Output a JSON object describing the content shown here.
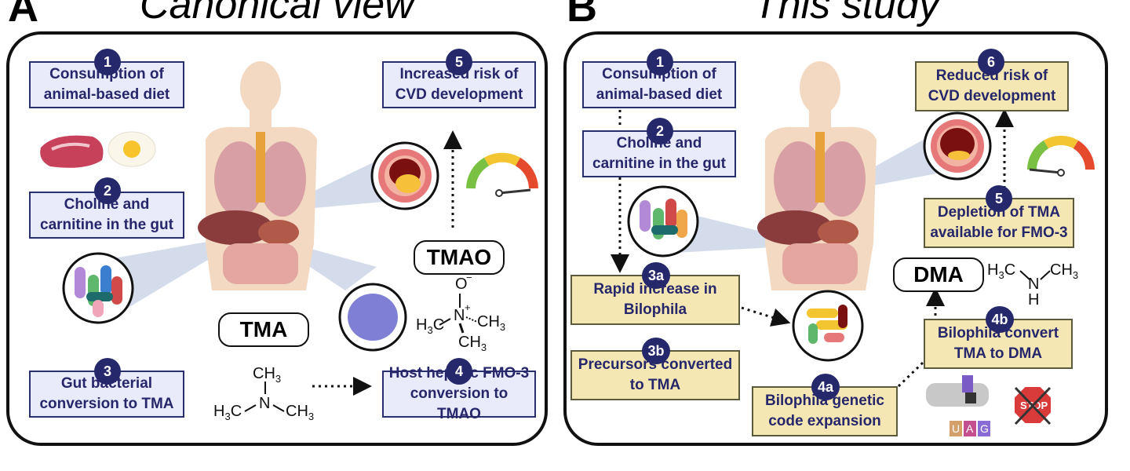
{
  "panel_a": {
    "letter": "A",
    "title": "Canonical view",
    "steps": [
      {
        "num": "1",
        "line1": "Consumption of",
        "line2": "animal-based diet"
      },
      {
        "num": "2",
        "line1": "Choline and",
        "line2": "carnitine in the gut"
      },
      {
        "num": "3",
        "line1": "Gut bacterial",
        "line2": "conversion to TMA"
      },
      {
        "num": "4",
        "line1": "Host hepatic FMO-3",
        "line2": "conversion to TMAO"
      },
      {
        "num": "5",
        "line1": "Increased risk of",
        "line2": "CVD development"
      }
    ],
    "label_tma": "TMA",
    "label_tmao": "TMAO"
  },
  "panel_b": {
    "letter": "B",
    "title": "This study",
    "steps": [
      {
        "num": "1",
        "line1": "Consumption of",
        "line2": "animal-based diet"
      },
      {
        "num": "2",
        "line1": "Choline and",
        "line2": "carnitine in the gut"
      },
      {
        "num": "3a",
        "line1": "Rapid increase in",
        "line2": "Bilophila"
      },
      {
        "num": "3b",
        "line1": "Precursors converted",
        "line2": "to TMA"
      },
      {
        "num": "4a",
        "line1": "Bilophila genetic",
        "line2": "code expansion"
      },
      {
        "num": "4b",
        "line1": "Bilophila convert",
        "line2": "TMA to DMA"
      },
      {
        "num": "5",
        "line1": "Depletion of TMA",
        "line2": "available for FMO-3"
      },
      {
        "num": "6",
        "line1": "Reduced risk of",
        "line2": "CVD development"
      }
    ],
    "label_dma": "DMA",
    "codon": [
      "U",
      "A",
      "G"
    ],
    "stop_sign": "STOP"
  },
  "colors": {
    "blue_box": "#e9ebfb",
    "tan_box": "#f5e7b3",
    "badge": "#25286b",
    "cone": "#c9d3e6"
  }
}
